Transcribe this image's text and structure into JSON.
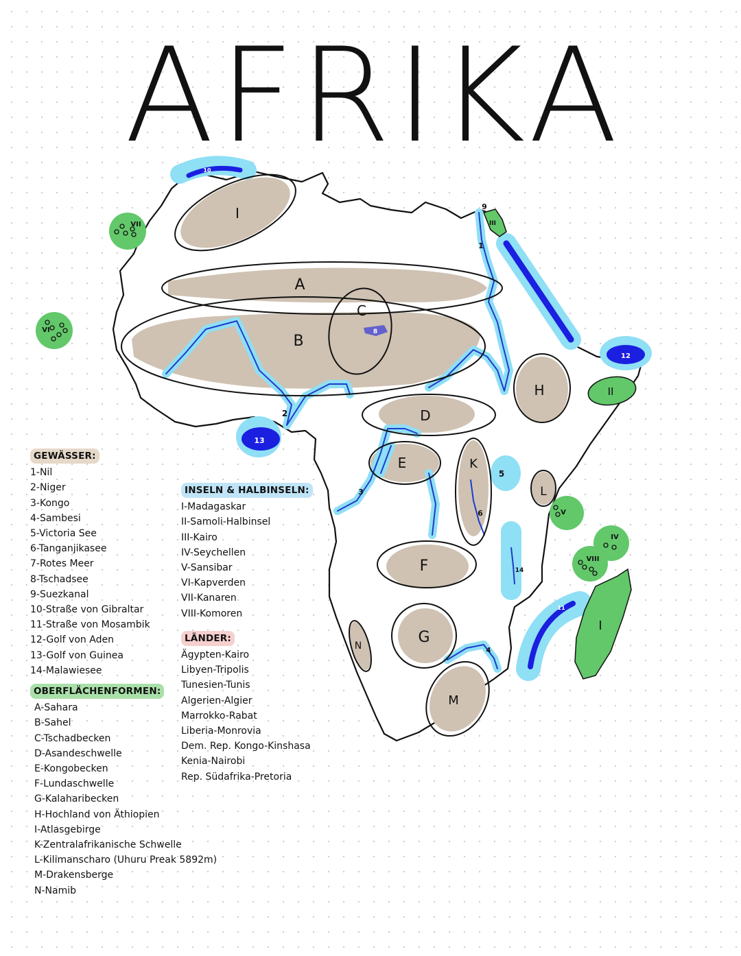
{
  "title": "AFRIKA",
  "colors": {
    "land_feature": "#cfc2b2",
    "water_light": "#8fdff5",
    "water_dark": "#1a1fe0",
    "island_green": "#62c86a",
    "river": "#1e3ccc",
    "gewaesser_header_bg": "#e6d9c9",
    "inseln_header_bg": "#bfe4f7",
    "laender_header_bg": "#f6cfcf",
    "oberflaeche_header_bg": "#a9e0a9"
  },
  "map_labels": {
    "A": "A",
    "B": "B",
    "C": "C",
    "D": "D",
    "E": "E",
    "F": "F",
    "G": "G",
    "H": "H",
    "I": "I",
    "K": "K",
    "L": "L",
    "M": "M",
    "N": "N",
    "isl_I": "I",
    "isl_II": "II",
    "isl_III": "III",
    "isl_IV": "IV",
    "isl_V": "V",
    "isl_VI": "VI",
    "isl_VII": "VII",
    "isl_VIII": "VIII",
    "w1": "1",
    "w2": "2",
    "w3": "3",
    "w4": "4",
    "w5": "5",
    "w6": "6",
    "w8": "8",
    "w9": "9",
    "w10": "10",
    "w11": "11",
    "w12": "12",
    "w13": "13",
    "w14": "14"
  },
  "legend": {
    "gewaesser": {
      "header": "GEWÄSSER:",
      "items": [
        "1-Nil",
        "2-Niger",
        "3-Kongo",
        "4-Sambesi",
        "5-Victoria See",
        "6-Tanganjikasee",
        "7-Rotes Meer",
        "8-Tschadsee",
        "9-Suezkanal",
        "10-Straße von Gibraltar",
        "11-Straße von Mosambik",
        "12-Golf von Aden",
        "13-Golf von Guinea",
        "14-Malawiesee"
      ]
    },
    "oberflaechenformen": {
      "header": "OBERFLÄCHENFORMEN:",
      "items": [
        "A-Sahara",
        "B-Sahel",
        "C-Tschadbecken",
        "D-Asandeschwelle",
        "E-Kongobecken",
        "F-Lundaschwelle",
        "G-Kalaharibecken",
        "H-Hochland von Äthiopien",
        "I-Atlasgebirge",
        "K-Zentralafrikanische Schwelle",
        "L-Kilimanscharo (Uhuru Preak 5892m)",
        "M-Drakensberge",
        "N-Namib"
      ]
    },
    "inseln": {
      "header": "INSELN & HALBINSELN:",
      "items": [
        "I-Madagaskar",
        "II-Samoli-Halbinsel",
        "III-Kairo",
        "IV-Seychellen",
        "V-Sansibar",
        "VI-Kapverden",
        "VII-Kanaren",
        "VIII-Komoren"
      ]
    },
    "laender": {
      "header": "LÄNDER:",
      "items": [
        "Ägypten-Kairo",
        "Libyen-Tripolis",
        "Tunesien-Tunis",
        "Algerien-Algier",
        "Marrokko-Rabat",
        "Liberia-Monrovia",
        "Dem. Rep. Kongo-Kinshasa",
        "Kenia-Nairobi",
        "Rep. Südafrika-Pretoria"
      ]
    }
  }
}
